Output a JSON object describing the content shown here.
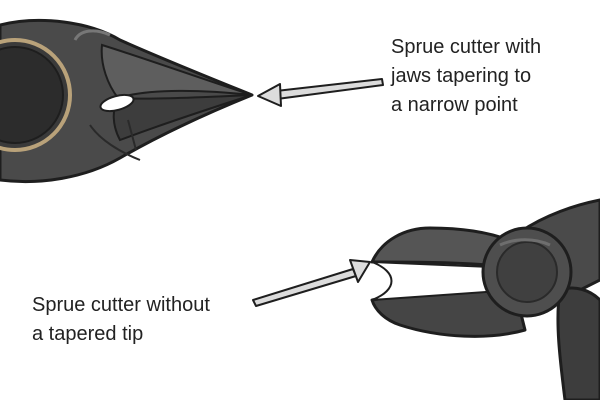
{
  "labels": {
    "tapered": {
      "lines": [
        "Sprue cutter with",
        "jaws tapering to",
        "a narrow point"
      ]
    },
    "untapered": {
      "lines": [
        "Sprue cutter without",
        "a tapered tip"
      ]
    }
  },
  "colors": {
    "background": "#ffffff",
    "tool_body": "#4a4a4a",
    "tool_shadow": "#2f2f2f",
    "tool_highlight": "#6a6a6a",
    "outline": "#1e1e1e",
    "arrow_fill": "#dcdcdc",
    "text": "#222222"
  }
}
